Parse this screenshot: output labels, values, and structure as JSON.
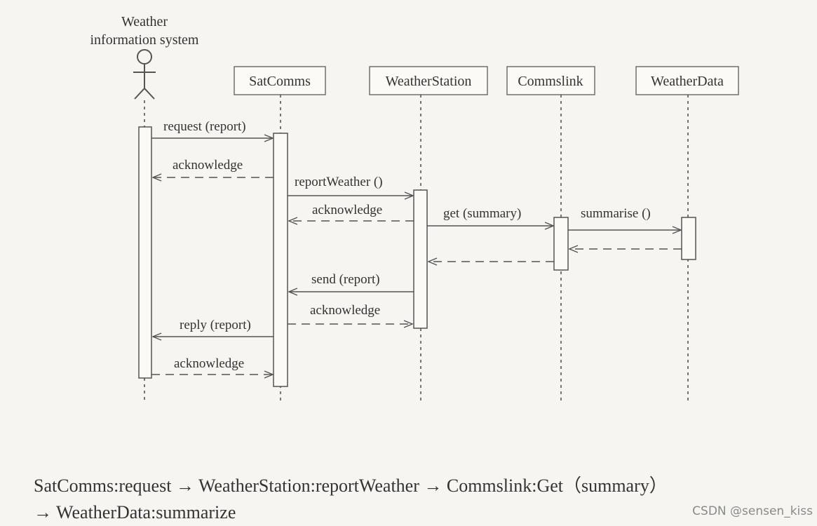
{
  "actor": {
    "name_lines": [
      "Weather",
      "information system"
    ]
  },
  "objects": [
    {
      "id": "satcomms",
      "label": "SatComms"
    },
    {
      "id": "weatherstation",
      "label": "WeatherStation"
    },
    {
      "id": "commslink",
      "label": "Commslink"
    },
    {
      "id": "weatherdata",
      "label": "WeatherData"
    }
  ],
  "messages": [
    {
      "id": "m1",
      "from": "actor",
      "to": "satcomms",
      "label": "request (report)",
      "kind": "call"
    },
    {
      "id": "m2",
      "from": "satcomms",
      "to": "actor",
      "label": "acknowledge",
      "kind": "return"
    },
    {
      "id": "m3",
      "from": "satcomms",
      "to": "weatherstation",
      "label": "reportWeather ()",
      "kind": "call"
    },
    {
      "id": "m4",
      "from": "weatherstation",
      "to": "satcomms",
      "label": "acknowledge",
      "kind": "return"
    },
    {
      "id": "m5",
      "from": "weatherstation",
      "to": "commslink",
      "label": "get (summary)",
      "kind": "call"
    },
    {
      "id": "m6",
      "from": "commslink",
      "to": "weatherdata",
      "label": "summarise ()",
      "kind": "call"
    },
    {
      "id": "m7",
      "from": "weatherdata",
      "to": "commslink",
      "label": "",
      "kind": "return"
    },
    {
      "id": "m8",
      "from": "commslink",
      "to": "weatherstation",
      "label": "",
      "kind": "return"
    },
    {
      "id": "m9",
      "from": "weatherstation",
      "to": "satcomms",
      "label": "send (report)",
      "kind": "call"
    },
    {
      "id": "m10",
      "from": "satcomms",
      "to": "weatherstation",
      "label": "acknowledge",
      "kind": "return"
    },
    {
      "id": "m11",
      "from": "satcomms",
      "to": "actor",
      "label": "reply (report)",
      "kind": "call"
    },
    {
      "id": "m12",
      "from": "actor",
      "to": "satcomms",
      "label": "acknowledge",
      "kind": "return"
    }
  ],
  "caption": {
    "line1": "SatComms:request → WeatherStation:reportWeather → Commslink:Get（summary）",
    "line2": "→ WeatherData:summarize"
  },
  "watermark": "CSDN @sensen_kiss",
  "colors": {
    "line": "#555555",
    "box_fill": "#fbfaf7",
    "text": "#333333"
  }
}
